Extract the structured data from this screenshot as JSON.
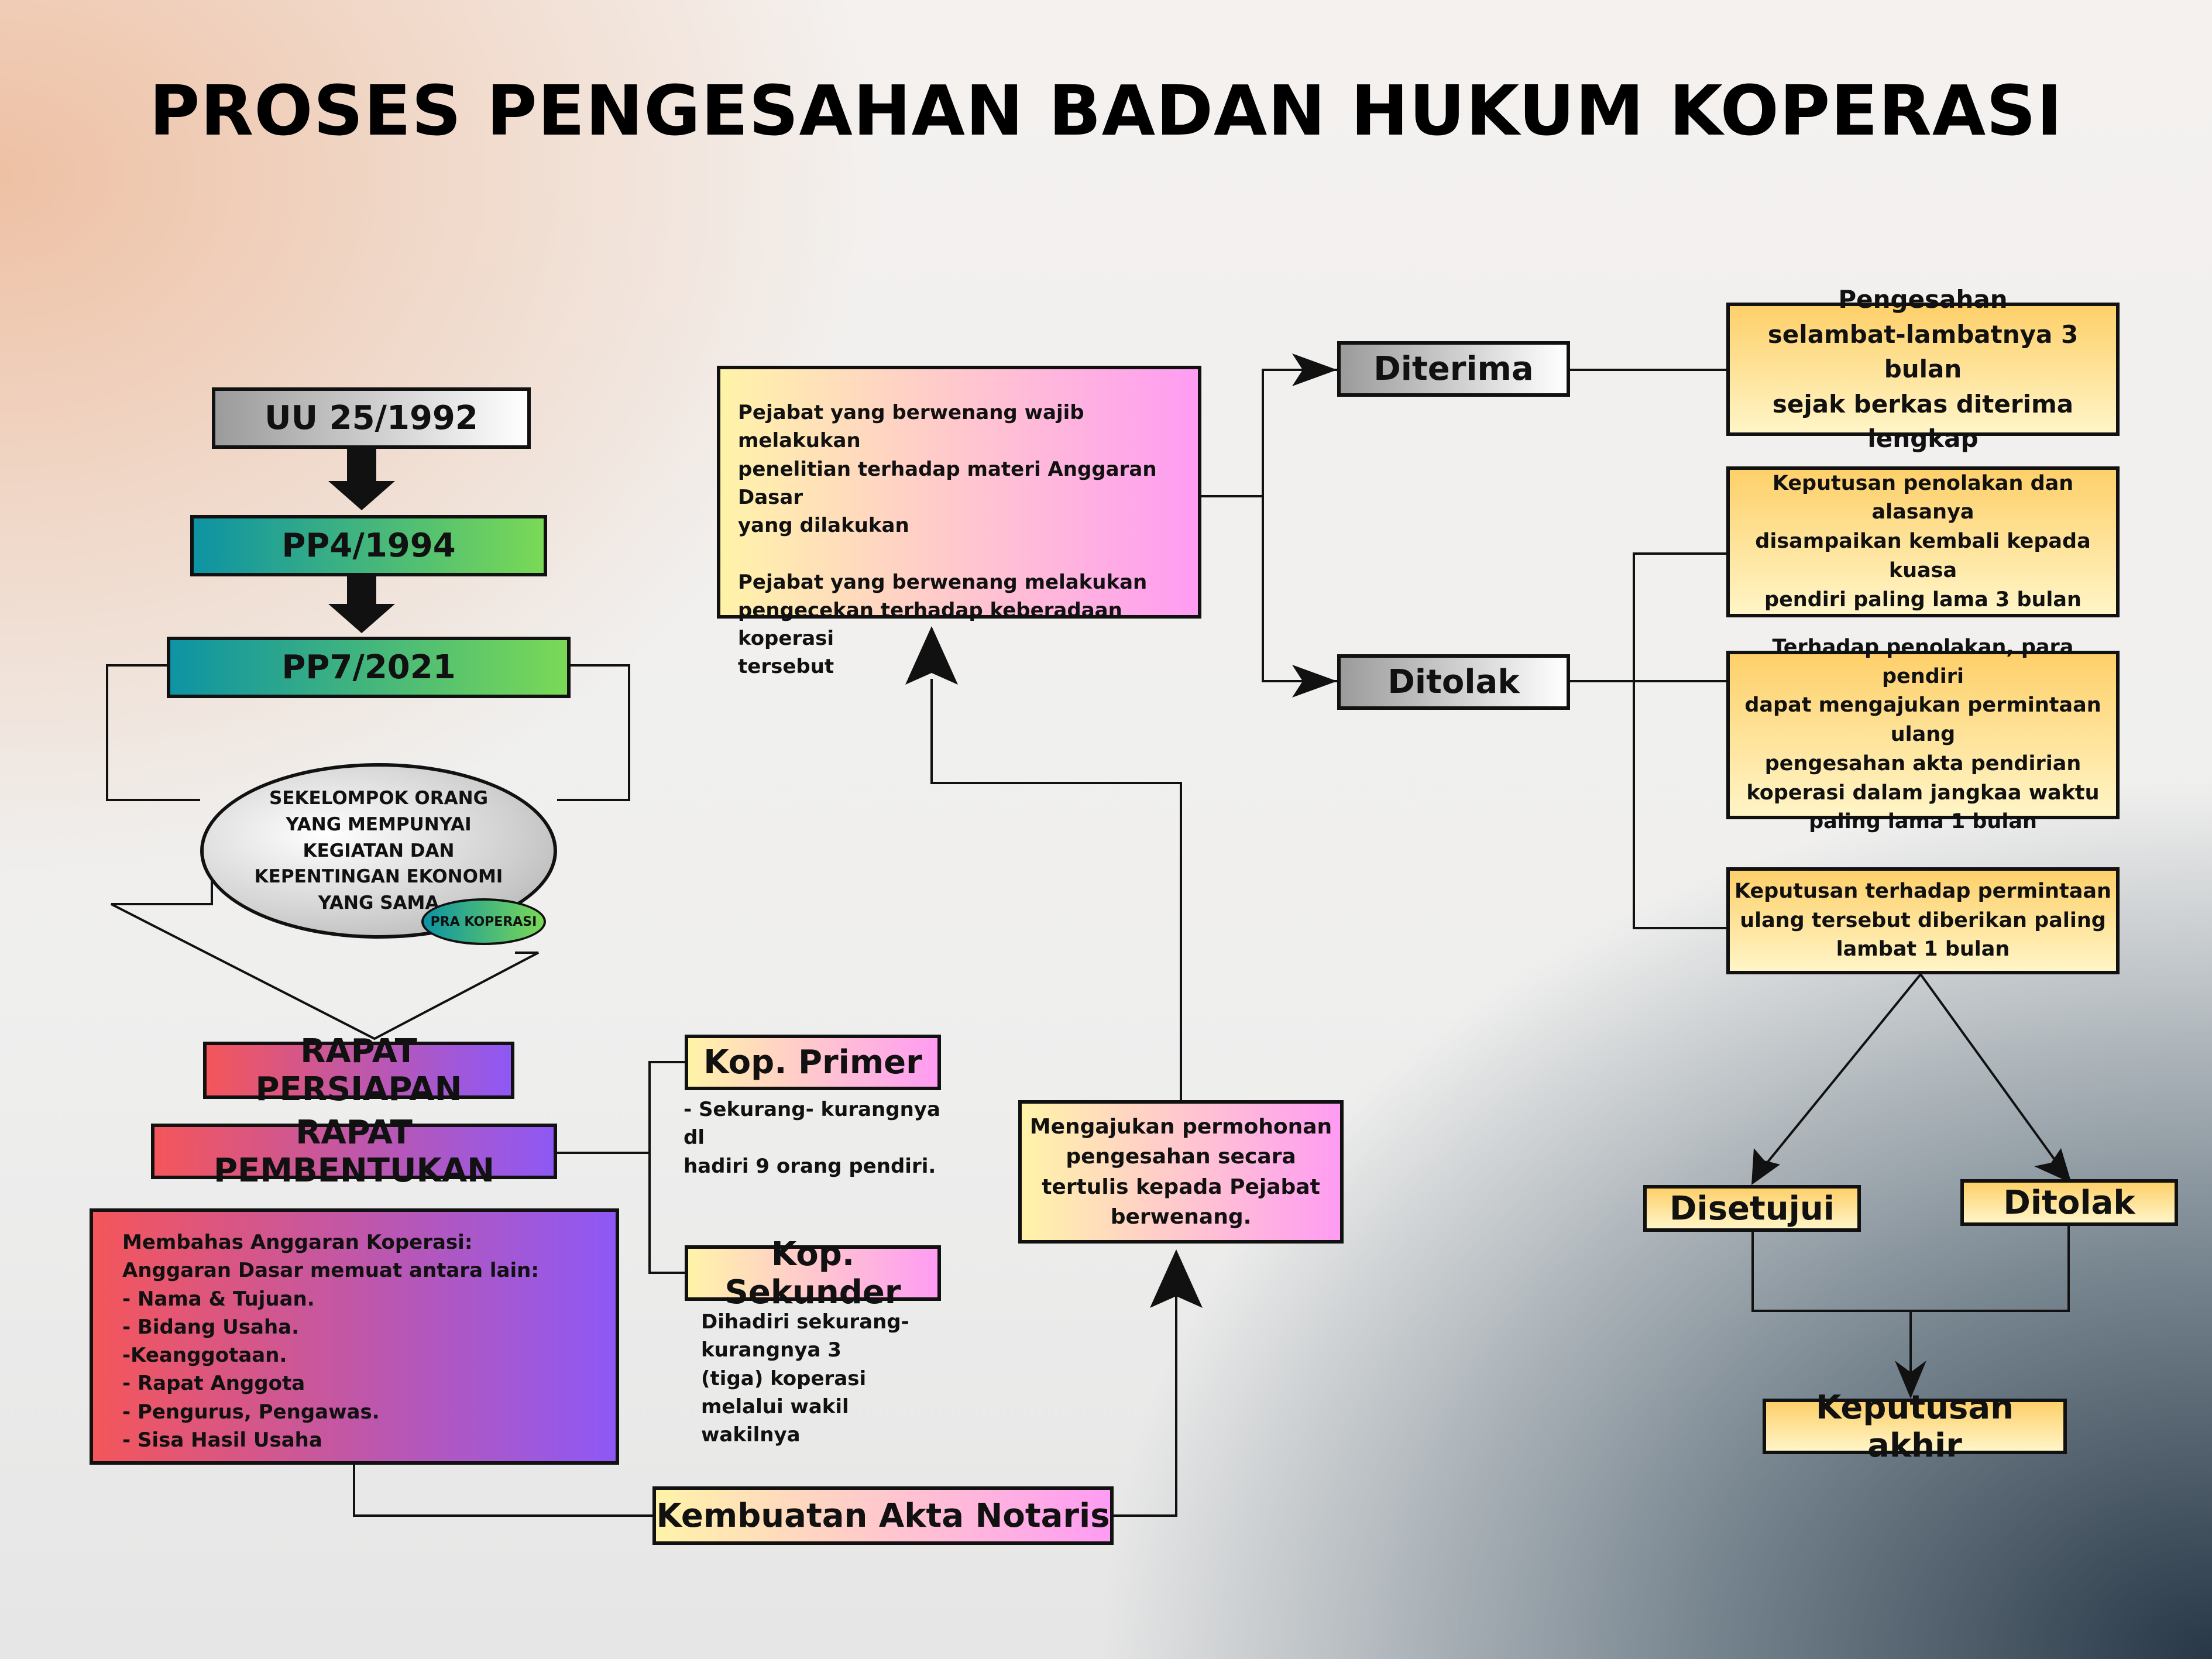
{
  "title": "PROSES PENGESAHAN BADAN HUKUM KOPERASI",
  "nodes": {
    "uu": "UU 25/1992",
    "pp4": "PP4/1994",
    "pp7": "PP7/2021",
    "ellipse": "SEKELOMPOK ORANG\nYANG MEMPUNYAI\nKEGIATAN DAN\nKEPENTINGAN EKONOMI\nYANG SAMA",
    "pra": "PRA KOPERASI",
    "rapat_persiapan": "RAPAT PERSIAPAN",
    "rapat_pembentukan": "RAPAT PEMBENTUKAN",
    "anggaran": "Membahas Anggaran Koperasi:\nAnggaran Dasar memuat antara lain:\n- Nama & Tujuan.\n- Bidang Usaha.\n-Keanggotaan.\n- Rapat Anggota\n- Pengurus, Pengawas.\n- Sisa Hasil Usaha",
    "kop_primer": "Kop. Primer",
    "kop_primer_desc": "- Sekurang- kurangnya dl\nhadiri 9 orang pendiri.",
    "kop_sekunder": "Kop. Sekunder",
    "kop_sekunder_desc": "Dihadiri  sekurang-\nkurangnya 3\n(tiga) koperasi\nmelalui wakil\nwakilnya",
    "akta": "Kembuatan Akta Notaris",
    "permohonan": "Mengajukan permohonan\npengesahan secara\ntertulis kepada Pejabat\nberwenang.",
    "pejabat": "Pejabat yang berwenang wajib melakukan\npenelitian terhadap materi Anggaran Dasar\nyang dilakukan\n\nPejabat yang berwenang melakukan\npengecekan terhadap keberadaan koperasi\ntersebut",
    "diterima": "Diterima",
    "ditolak": "Ditolak",
    "pengesahan": "Pengesahan\nselambat-lambatnya 3 bulan\nsejak berkas diterima lengkap",
    "penolakan1": "Keputusan penolakan dan alasanya\ndisampaikan kembali kepada kuasa\npendiri paling lama 3 bulan",
    "penolakan2": "Terhadap penolakan, para pendiri\ndapat mengajukan permintaan ulang\npengesahan akta pendirian\nkoperasi dalam jangkaa waktu\npaling lama 1 bulan",
    "penolakan3": "Keputusan terhadap permintaan\nulang tersebut diberikan paling\nlambat 1 bulan",
    "disetujui": "Disetujui",
    "ditolak2": "Ditolak",
    "keputusan_akhir": "Keputusan akhir"
  }
}
